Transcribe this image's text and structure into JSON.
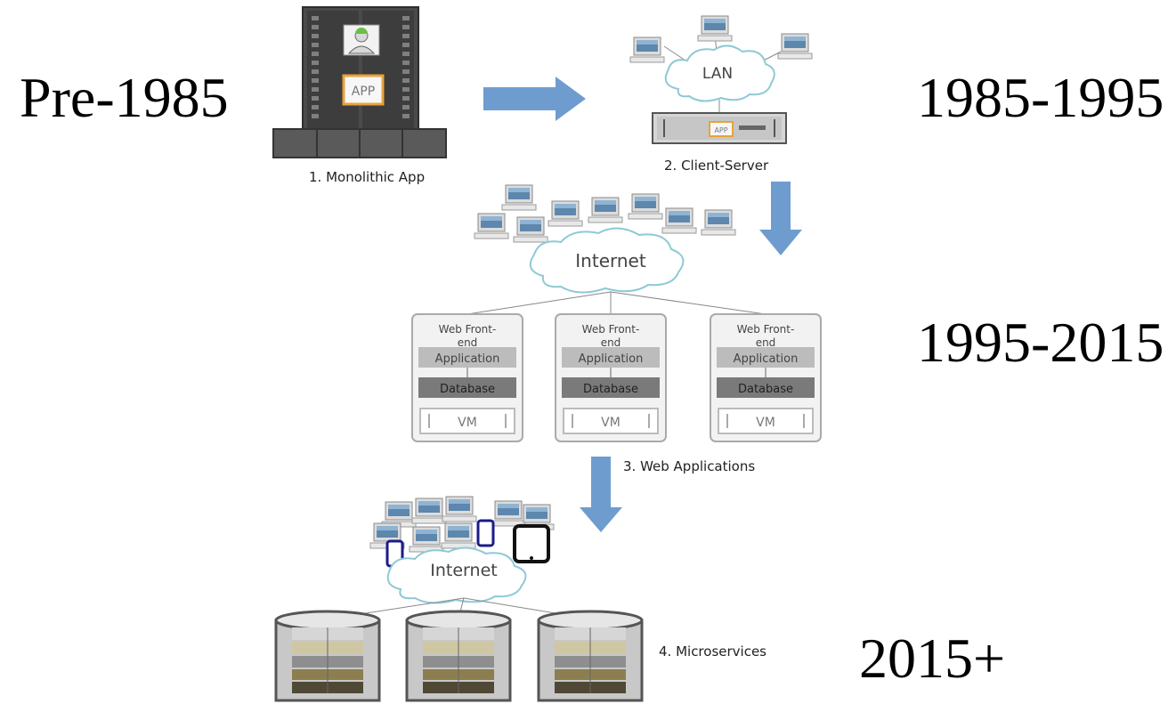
{
  "eras": [
    "Pre-1985",
    "1985-1995",
    "1995-2015",
    "2015+"
  ],
  "captions": {
    "monolithic": "1. Monolithic App",
    "client_server": "2. Client-Server",
    "web_apps": "3. Web Applications",
    "microservices": "4. Microservices"
  },
  "labels": {
    "app": "APP",
    "lan": "LAN",
    "internet": "Internet",
    "web_front_end": "Web Front-end",
    "application": "Application",
    "database": "Database",
    "vm": "VM"
  },
  "colors": {
    "arrow": "#6f9ccf",
    "cloud_stroke": "#8ec9d6",
    "rack_dark": "#444444",
    "app_border": "#e8a33c",
    "tablet_border": "#1b1b8a"
  }
}
